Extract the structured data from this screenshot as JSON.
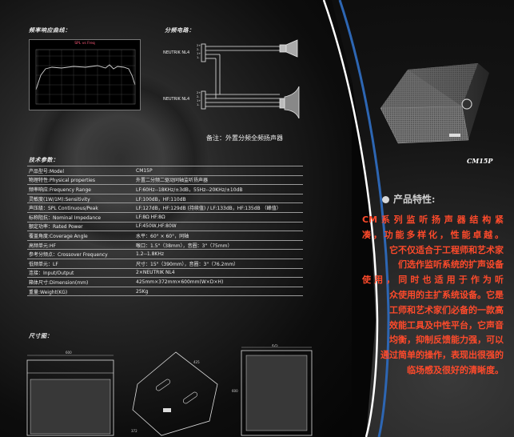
{
  "freq_title": "频率响应曲线：",
  "chart_header": "SPL vs Freq",
  "wiring_title": "分频电路：",
  "connector1": "NEUTRIK NL4",
  "connector2": "NEUTRIK NL4",
  "pin_labels": [
    "2+",
    "2-",
    "1+",
    "1-"
  ],
  "note": "备注：外置分频全频扬声器",
  "spec_title": "技术参数：",
  "specs": [
    {
      "k": "产品型号:Model",
      "v": "CM15P"
    },
    {
      "k": "物理特性:Physical properties",
      "v": "外置二分频二驱动同轴监听扬声器"
    },
    {
      "k": "频率响应:Frequency Range",
      "v": "LF:60Hz--18KHz/±3dB，55Hz--20KHz/±10dB"
    },
    {
      "k": "灵敏度(1W/1M):Sensitivity",
      "v": "LF:100dB，HF:110dB"
    },
    {
      "k": "声压级：SPL Continuous/Peak",
      "v": "LF:127dB，HF:129dB (持续值) / LF:133dB，HF:135dB （峰值）"
    },
    {
      "k": "标称阻抗：Nominal Impedance",
      "v": "LF:8Ω  HF:8Ω"
    },
    {
      "k": "额定功率：Rated Power",
      "v": "LF:450W,HF:80W"
    },
    {
      "k": "覆盖角度:Coverage  Angle",
      "v": "水平：60° × 60°，同轴"
    },
    {
      "k": "高频单元:HF",
      "v": "喉口：1.5\"（38mm），音圈：3\"（75mm）"
    },
    {
      "k": "参考分频点：Crossover Frequency",
      "v": "1.2--1.8KHz"
    },
    {
      "k": "低频单元：LF",
      "v": "尺寸：15\"（390mm），音圈：3\"（76.2mm）"
    },
    {
      "k": "连接：Input/Output",
      "v": "2×NEUTRIK NL4"
    },
    {
      "k": "箱体尺寸:Dimension(mm)",
      "v": "425mm×372mm×600mm(W×D×H)"
    },
    {
      "k": "重量:Weight(KG)",
      "v": "25Kg"
    }
  ],
  "dims_title": "尺寸图：",
  "dim_labels": {
    "front_width": "600",
    "side_width": "425",
    "side_depth": "372",
    "back_width": "425",
    "back_height": "600"
  },
  "model": "CM15P",
  "features_title": "产品特性:",
  "features_lines": [
    "CM系列监听扬声器结构紧",
    "凑，功能多样化，性能卓越。",
    "它不仅适合于工程师和艺术家",
    "们选作监听系统的扩声设备",
    "使用，同时也适用于作为听",
    "众使用的主扩系统设备。它是",
    "工师和艺术家们必备的一款高",
    "效能工具及中性平台，它声音",
    "均衡，抑制反馈能力强，可以",
    "通过简单的操作，表现出很强的",
    "临场感及很好的清晰度。"
  ]
}
